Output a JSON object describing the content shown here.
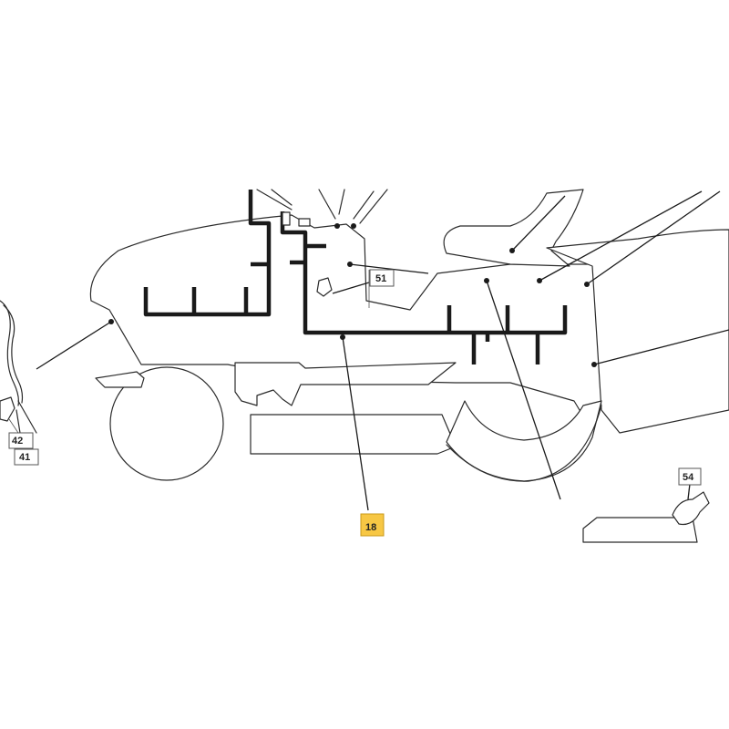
{
  "callouts": [
    {
      "label": "51",
      "highlighted": false
    },
    {
      "label": "42",
      "highlighted": false
    },
    {
      "label": "41",
      "highlighted": false
    },
    {
      "label": "18",
      "highlighted": true
    },
    {
      "label": "54",
      "highlighted": false
    }
  ],
  "colors": {
    "highlight": "#f7c744",
    "line": "#1a1a1a"
  }
}
